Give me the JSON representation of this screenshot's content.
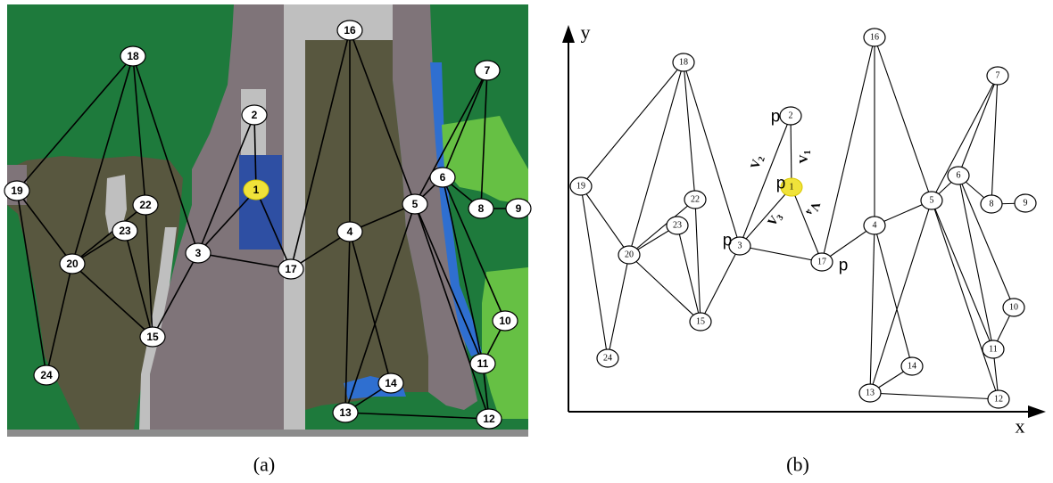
{
  "panel_a": {
    "caption": "(a)",
    "nodes": [
      {
        "id": "1",
        "highlight": true
      },
      {
        "id": "2"
      },
      {
        "id": "3"
      },
      {
        "id": "4"
      },
      {
        "id": "5"
      },
      {
        "id": "6"
      },
      {
        "id": "7"
      },
      {
        "id": "8"
      },
      {
        "id": "9"
      },
      {
        "id": "10"
      },
      {
        "id": "11"
      },
      {
        "id": "12"
      },
      {
        "id": "13"
      },
      {
        "id": "14"
      },
      {
        "id": "15"
      },
      {
        "id": "16"
      },
      {
        "id": "17"
      },
      {
        "id": "18"
      },
      {
        "id": "19"
      },
      {
        "id": "20"
      },
      {
        "id": "22"
      },
      {
        "id": "23"
      },
      {
        "id": "24"
      }
    ],
    "edges": [
      [
        "1",
        "2"
      ],
      [
        "1",
        "3"
      ],
      [
        "1",
        "17"
      ],
      [
        "3",
        "2"
      ],
      [
        "3",
        "18"
      ],
      [
        "3",
        "15"
      ],
      [
        "3",
        "17"
      ],
      [
        "17",
        "16"
      ],
      [
        "17",
        "4"
      ],
      [
        "16",
        "4"
      ],
      [
        "16",
        "5"
      ],
      [
        "4",
        "5"
      ],
      [
        "4",
        "13"
      ],
      [
        "4",
        "14"
      ],
      [
        "5",
        "13"
      ],
      [
        "5",
        "7"
      ],
      [
        "6",
        "7"
      ],
      [
        "6",
        "8"
      ],
      [
        "7",
        "8"
      ],
      [
        "8",
        "9"
      ],
      [
        "5",
        "6"
      ],
      [
        "6",
        "10"
      ],
      [
        "6",
        "11"
      ],
      [
        "5",
        "11"
      ],
      [
        "5",
        "12"
      ],
      [
        "10",
        "11"
      ],
      [
        "11",
        "12"
      ],
      [
        "13",
        "14"
      ],
      [
        "13",
        "12"
      ],
      [
        "18",
        "19"
      ],
      [
        "18",
        "20"
      ],
      [
        "18",
        "22"
      ],
      [
        "20",
        "22"
      ],
      [
        "20",
        "23"
      ],
      [
        "23",
        "15"
      ],
      [
        "22",
        "15"
      ],
      [
        "20",
        "15"
      ],
      [
        "19",
        "20"
      ],
      [
        "19",
        "24"
      ],
      [
        "20",
        "24"
      ]
    ],
    "colors": {
      "forest": "#1e7a3c",
      "soil": "#58573f",
      "road": "#7f7479",
      "light_road": "#bfbfbf",
      "water": "#2f6fd0",
      "blue_patch": "#2e4fa3",
      "grass": "#66c044",
      "highlight": "#f0e23a"
    }
  },
  "panel_b": {
    "caption": "(b)",
    "axis_x": "x",
    "axis_y": "y",
    "nodes": [
      {
        "id": "1",
        "highlight": true
      },
      {
        "id": "2"
      },
      {
        "id": "3"
      },
      {
        "id": "4"
      },
      {
        "id": "5"
      },
      {
        "id": "6"
      },
      {
        "id": "7"
      },
      {
        "id": "8"
      },
      {
        "id": "9"
      },
      {
        "id": "10"
      },
      {
        "id": "11"
      },
      {
        "id": "12"
      },
      {
        "id": "13"
      },
      {
        "id": "14"
      },
      {
        "id": "15"
      },
      {
        "id": "16"
      },
      {
        "id": "17"
      },
      {
        "id": "18"
      },
      {
        "id": "19"
      },
      {
        "id": "20"
      },
      {
        "id": "22"
      },
      {
        "id": "23"
      },
      {
        "id": "24"
      }
    ],
    "edges": [
      [
        "2",
        "1"
      ],
      [
        "1",
        "3"
      ],
      [
        "1",
        "17"
      ],
      [
        "3",
        "2"
      ],
      [
        "3",
        "18"
      ],
      [
        "3",
        "15"
      ],
      [
        "3",
        "17"
      ],
      [
        "17",
        "16"
      ],
      [
        "17",
        "4"
      ],
      [
        "16",
        "4"
      ],
      [
        "16",
        "5"
      ],
      [
        "4",
        "5"
      ],
      [
        "4",
        "13"
      ],
      [
        "4",
        "14"
      ],
      [
        "5",
        "13"
      ],
      [
        "5",
        "7"
      ],
      [
        "6",
        "7"
      ],
      [
        "6",
        "8"
      ],
      [
        "7",
        "8"
      ],
      [
        "8",
        "9"
      ],
      [
        "5",
        "6"
      ],
      [
        "6",
        "10"
      ],
      [
        "6",
        "11"
      ],
      [
        "5",
        "11"
      ],
      [
        "5",
        "12"
      ],
      [
        "10",
        "11"
      ],
      [
        "11",
        "12"
      ],
      [
        "13",
        "14"
      ],
      [
        "13",
        "12"
      ],
      [
        "18",
        "19"
      ],
      [
        "18",
        "20"
      ],
      [
        "18",
        "22"
      ],
      [
        "20",
        "22"
      ],
      [
        "20",
        "23"
      ],
      [
        "23",
        "15"
      ],
      [
        "22",
        "15"
      ],
      [
        "20",
        "15"
      ],
      [
        "19",
        "20"
      ],
      [
        "19",
        "24"
      ],
      [
        "20",
        "24"
      ]
    ],
    "point_labels": [
      "p",
      "p",
      "p",
      "p"
    ],
    "vector_labels": [
      "V1",
      "V2",
      "V3",
      "V4"
    ]
  }
}
